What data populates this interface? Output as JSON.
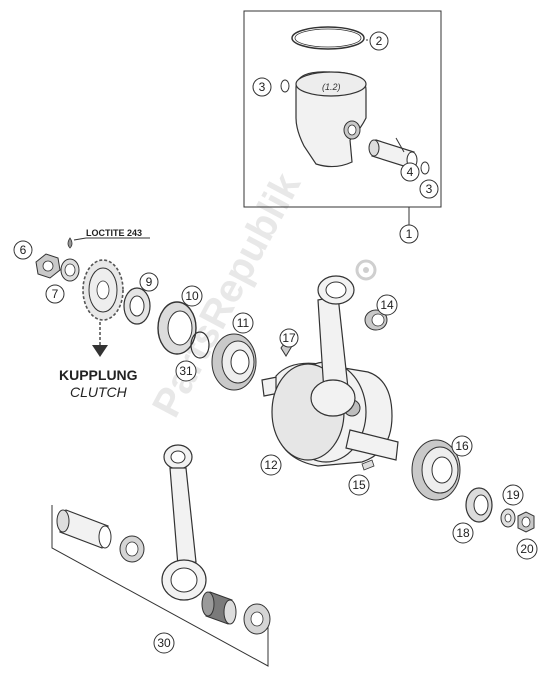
{
  "callouts": [
    "1",
    "2",
    "3",
    "3",
    "4",
    "6",
    "7",
    "9",
    "10",
    "11",
    "12",
    "14",
    "15",
    "16",
    "17",
    "18",
    "19",
    "20",
    "30",
    "31"
  ],
  "notes": {
    "loctite": "LOCTITE 243",
    "kupplung": "KUPPLUNG",
    "clutch": "CLUTCH",
    "piston_mark": "(1.2)"
  },
  "watermark": "PartsRepublik",
  "colors": {
    "ink": "#333333",
    "watermark": "#d6d6d6"
  }
}
